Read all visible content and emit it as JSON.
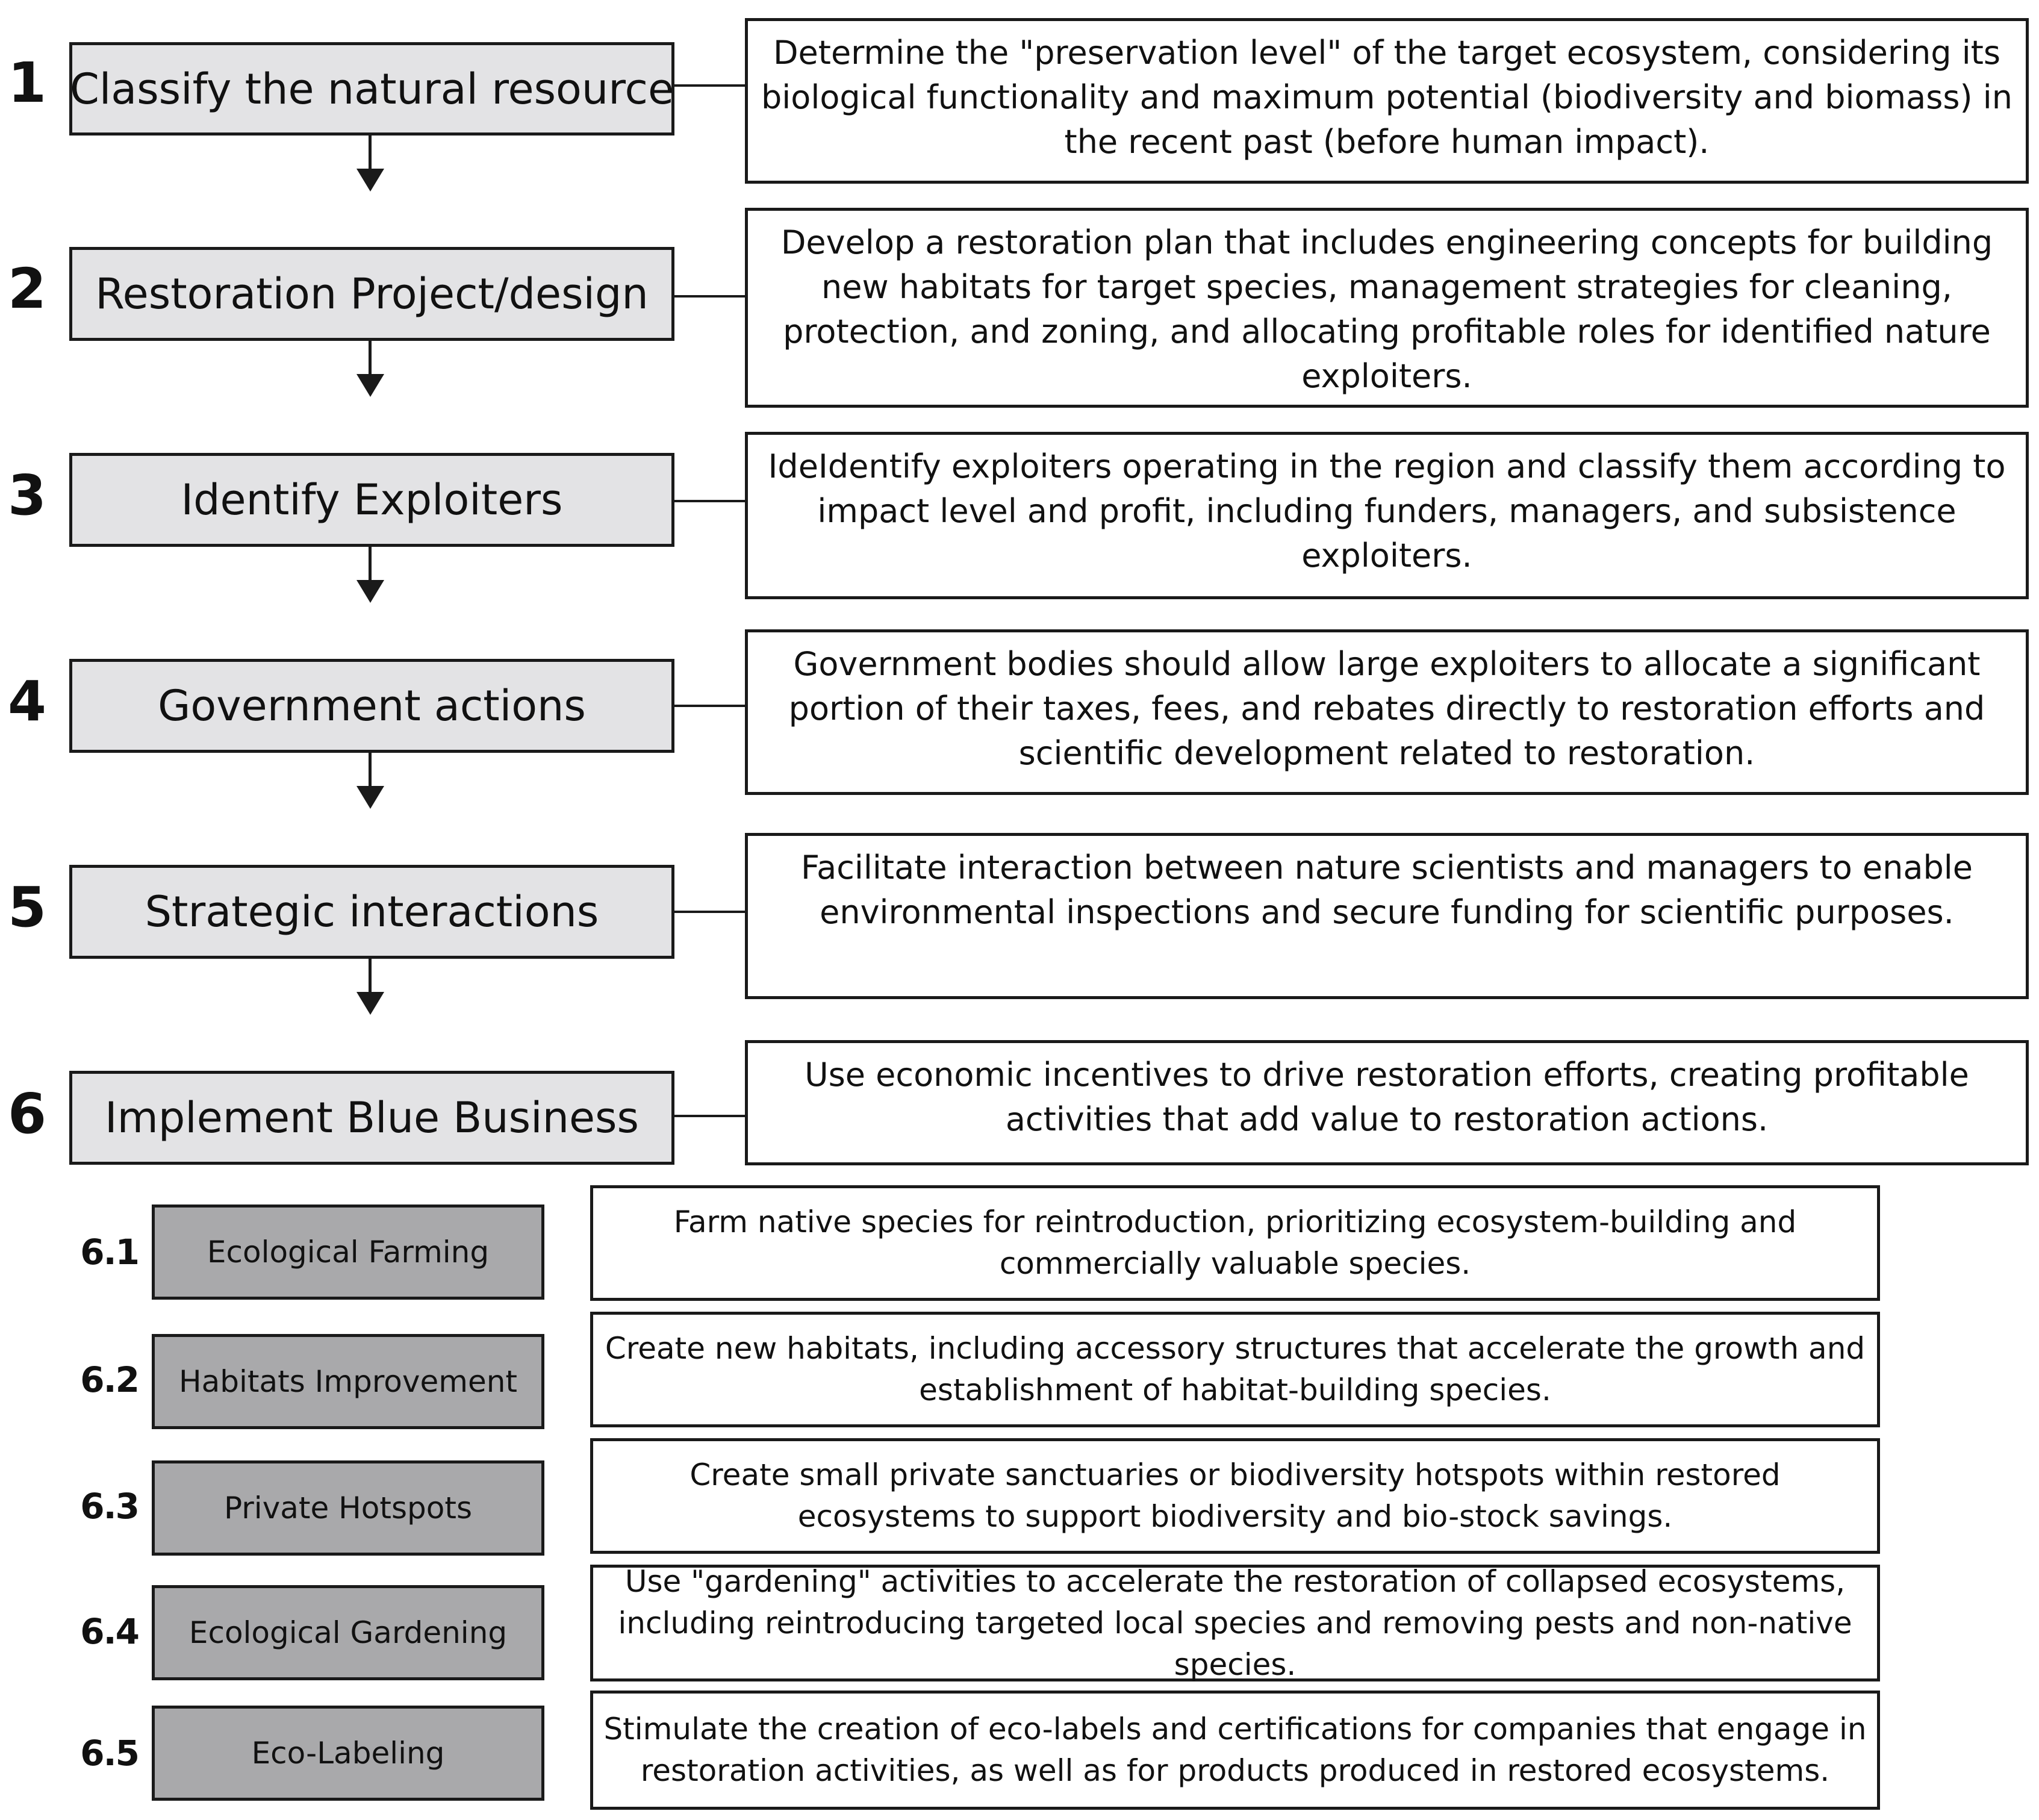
{
  "steps": [
    {
      "num": "1",
      "label": "Classify the natural resource",
      "desc": "Determine the \"preservation level\" of the target ecosystem, considering its biological functionality and maximum potential (biodiversity and biomass) in the recent past (before human impact)."
    },
    {
      "num": "2",
      "label": "Restoration Project/design",
      "desc": "Develop a restoration plan that includes engineering concepts for building new habitats for target species, management strategies for cleaning, protection, and zoning, and allocating profitable roles for identified nature exploiters."
    },
    {
      "num": "3",
      "label": "Identify Exploiters",
      "desc": "IdeIdentify exploiters operating in the region and classify them according to impact level and profit, including funders, managers, and subsistence exploiters."
    },
    {
      "num": "4",
      "label": "Government actions",
      "desc": "Government bodies should allow large exploiters to allocate a significant portion of their taxes, fees, and rebates directly to restoration efforts and scientific development related to restoration."
    },
    {
      "num": "5",
      "label": "Strategic interactions",
      "desc": "Facilitate interaction between nature scientists and managers to enable environmental inspections and secure funding for scientific purposes."
    },
    {
      "num": "6",
      "label": "Implement Blue Business",
      "desc": "Use economic incentives to drive restoration efforts, creating profitable activities that add value to restoration actions."
    }
  ],
  "substeps": [
    {
      "num": "6.1",
      "label": "Ecological Farming",
      "desc": "Farm native species for reintroduction, prioritizing ecosystem-building and commercially valuable species."
    },
    {
      "num": "6.2",
      "label": "Habitats Improvement",
      "desc": "Create new habitats, including accessory structures that accelerate the growth and establishment of habitat-building species."
    },
    {
      "num": "6.3",
      "label": "Private Hotspots",
      "desc": "Create small private sanctuaries or biodiversity hotspots within restored ecosystems to support biodiversity and bio-stock savings."
    },
    {
      "num": "6.4",
      "label": "Ecological Gardening",
      "desc": "Use \"gardening\" activities to accelerate the restoration of collapsed ecosystems, including reintroducing targeted local species and removing pests and non-native species."
    },
    {
      "num": "6.5",
      "label": "Eco-Labeling",
      "desc": "Stimulate the creation of eco-labels and certifications for companies that engage in restoration activities, as well as for products produced in restored ecosystems."
    }
  ],
  "colors": {
    "step_box": "#e3e3e5",
    "substep_box": "#a9a9ab",
    "border": "#1a1a1a"
  }
}
